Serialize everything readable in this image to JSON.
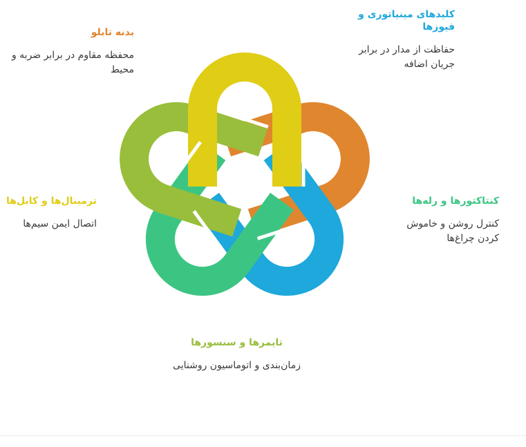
{
  "colors": {
    "panel": "#e0862f",
    "breakers": "#1ea8dc",
    "contactors": "#3cc582",
    "timers": "#98be3c",
    "terminals": "#e0cd16",
    "description": "#3a3a3a"
  },
  "items": {
    "panel": {
      "title": "بدنه تابلو",
      "desc": "محفظه مقاوم در برابر ضربه و محیط"
    },
    "breakers": {
      "title": "کلیدهای مینیاتوری و فیوزها",
      "desc": "حفاظت از مدار در برابر جریان اضافه"
    },
    "contactors": {
      "title": "کنتاکتورها و رله‌ها",
      "desc": "کنترل روشن و خاموش کردن چراغ‌ها"
    },
    "terminals": {
      "title": "ترمینال‌ها و کابل‌ها",
      "desc": "اتصال ایمن سیم‌ها"
    },
    "timers": {
      "title": "تایمرها و سنسورها",
      "desc": "زمان‌بندی و اتوماسیون روشنایی"
    }
  }
}
